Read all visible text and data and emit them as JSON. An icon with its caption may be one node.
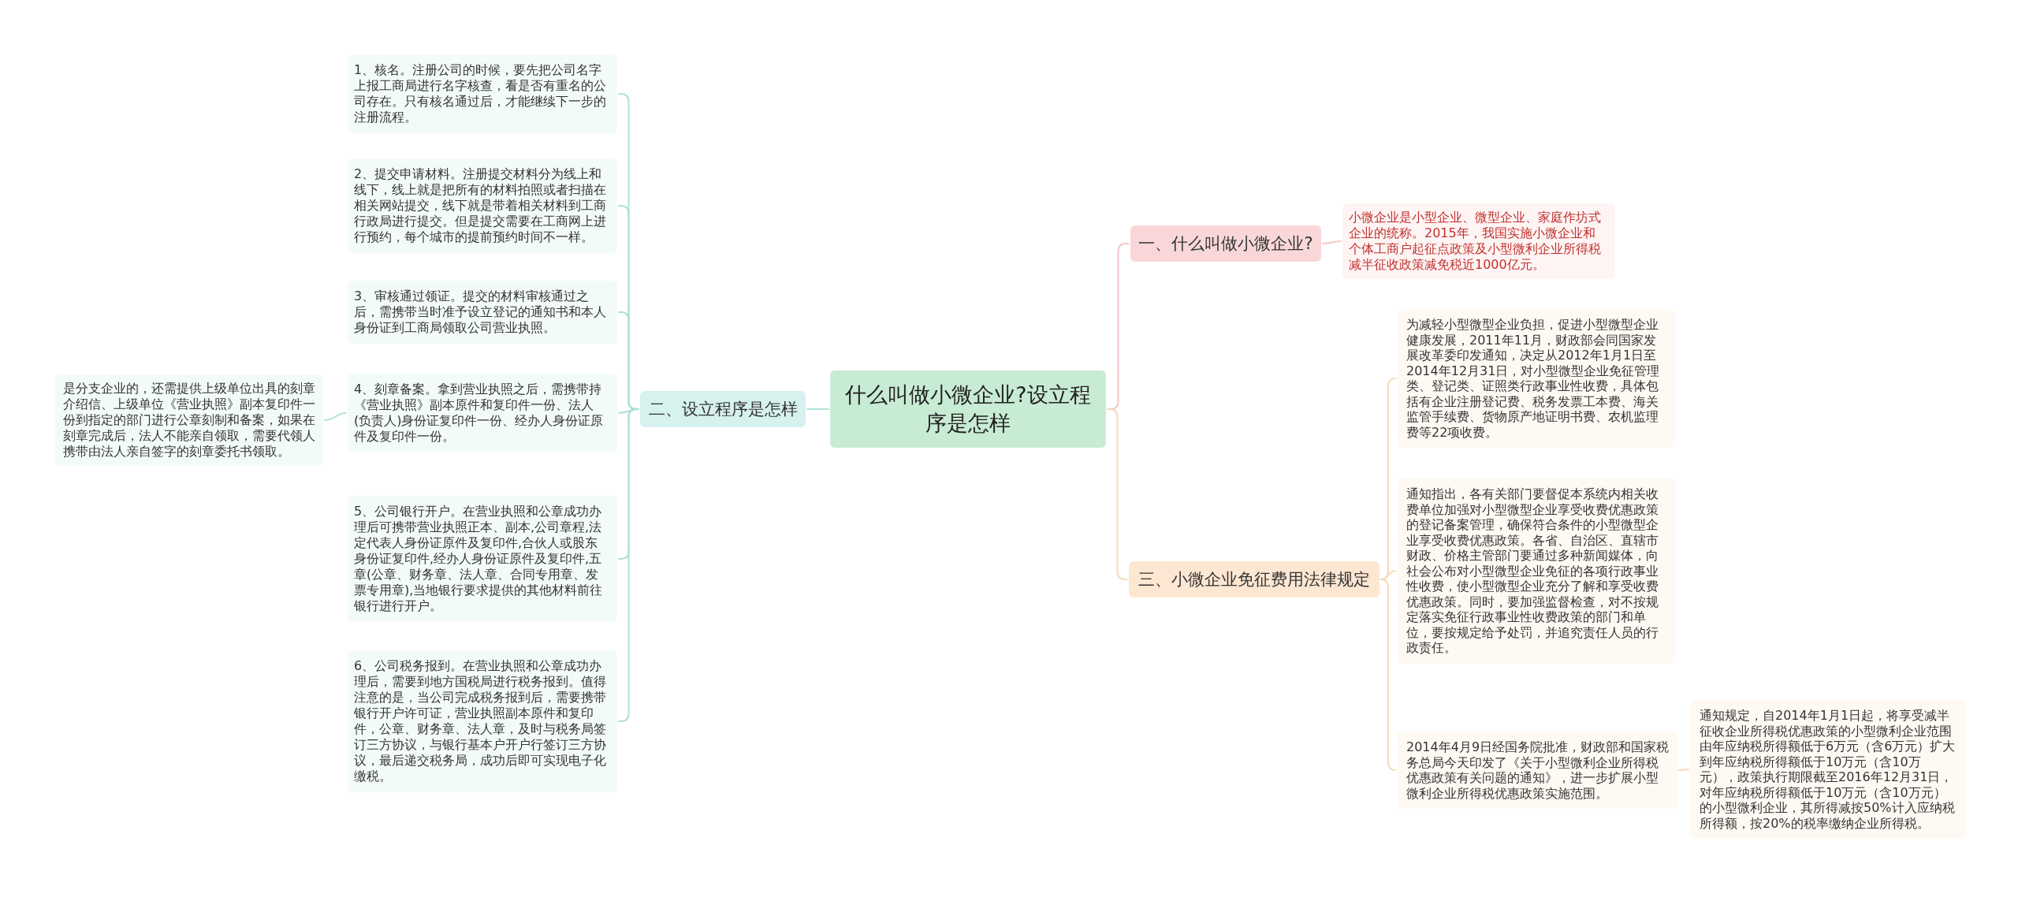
{
  "diagram": {
    "nodes": [
      {
        "text": [
          "什么叫做小微企业?设立程序是怎样"
        ]
      },
      {
        "text": [
          "二、设立程序是怎样"
        ]
      },
      {
        "text": [
          "1、核名。注册公司的时候，要先把公司名字上报工商局进行名字核查，看是否有重名的公司存在。只有核名通过后，才能继续下一步的注册流程。"
        ]
      },
      {
        "text": [
          "2、提交申请材料。注册提交材料分为线上和线下，线上就是把所有的材料拍照或者扫描在相关网站提交，线下就是带着相关材料到工商行政局进行提交。但是提交需要在工商网上进行预约，每个城市的提前预约时间不一样。"
        ]
      },
      {
        "text": [
          "3、审核通过领证。提交的材料审核通过之后，需携带当时准予设立登记的通知书和本人身份证到工商局领取公司营业执照。"
        ]
      },
      {
        "text": [
          "4、刻章备案。拿到营业执照之后，需携带持《营业执照》副本原件和复印件一份、法人(负责人)身份证复印件一份、经办人身份证原件及复印件一份。"
        ]
      },
      {
        "text": [
          "5、公司银行开户。在营业执照和公章成功办理后可携带营业执照正本、副本,公司章程,法定代表人身份证原件及复印件,合伙人或股东身份证复印件,经办人身份证原件及复印件,五章(公章、财务章、法人章、合同专用章、发票专用章),当地银行要求提供的其他材料前往银行进行开户。"
        ]
      },
      {
        "text": [
          "6、公司税务报到。在营业执照和公章成功办理后，需要到地方国税局进行税务报到。值得注意的是，当公司完成税务报到后，需要携带银行开户许可证，营业执照副本原件和复印件，公章、财务章、法人章，及时与税务局签订三方协议，与银行基本户开户行签订三方协议，最后递交税务局，成功后即可实现电子化缴税。"
        ]
      },
      {
        "text": [
          "是分支企业的，还需提供上级单位出具的刻章介绍信、上级单位《营业执照》副本复印件一份到指定的部门进行公章刻制和备案，如果在刻章完成后，法人不能亲自领取，需要代领人携带由法人亲自签字的刻章委托书领取。"
        ]
      },
      {
        "text": [
          "一、什么叫做小微企业?"
        ]
      },
      {
        "text": [
          "小微企业是小型企业、微型企业、家庭作坊式企业的统称。2015年，我国实施小微企业和个体工商户起征点政策及小型微利企业所得税减半征收政策减免税近1000亿元。"
        ]
      },
      {
        "text": [
          "三、小微企业免征费用法律规定"
        ]
      },
      {
        "text": [
          "为减轻小型微型企业负担，促进小型微型企业健康发展，2011年11月，财政部会同国家发展改革委印发通知，决定从2012年1月1日至2014年12月31日，对小型微型企业免征管理类、登记类、证照类行政事业性收费，具体包括有企业注册登记费、税务发票工本费、海关监管手续费、货物原产地证明书费、农机监理费等22项收费。"
        ]
      },
      {
        "text": [
          "通知指出，各有关部门要督促本系统内相关收费单位加强对小型微型企业享受收费优惠政策的登记备案管理，确保符合条件的小型微型企业享受收费优惠政策。各省、自治区、直辖市财政、价格主管部门要通过多种新闻媒体，向社会公布对小型微型企业免征的各项行政事业性收费，使小型微型企业充分了解和享受收费优惠政策。同时，要加强监督检查，对不按规定落实免征行政事业性收费政策的部门和单位，要按规定给予处罚，并追究责任人员的行政责任。"
        ]
      },
      {
        "text": [
          "2014年4月9日经国务院批准，财政部和国家税务总局今天印发了《关于小型微利企业所得税优惠政策有关问题的通知》，进一步扩展小型微利企业所得税优惠政策实施范围。"
        ]
      },
      {
        "text": [
          "通知规定，自2014年1月1日起，将享受减半征收企业所得税优惠政策的小型微利企业范围由年应纳税所得额低于6万元（含6万元）扩大到年应纳税所得额低于10万元（含10万元），政策执行期限截至2016年12月31日，对年应纳税所得额低于10万元（含10万元）的小型微利企业，其所得减按50%计入应纳税所得额，按20%的税率缴纳企业所得税。"
        ]
      }
    ],
    "edges": [
      {
        "from": 0,
        "to": 1,
        "arrow": "none"
      },
      {
        "from": 1,
        "to": 2,
        "arrow": "none"
      },
      {
        "from": 1,
        "to": 3,
        "arrow": "none"
      },
      {
        "from": 1,
        "to": 4,
        "arrow": "none"
      },
      {
        "from": 1,
        "to": 5,
        "arrow": "none"
      },
      {
        "from": 1,
        "to": 6,
        "arrow": "none"
      },
      {
        "from": 1,
        "to": 7,
        "arrow": "none"
      },
      {
        "from": 5,
        "to": 8,
        "arrow": "none"
      },
      {
        "from": 0,
        "to": 9,
        "arrow": "none",
        "color": "#f5c4c6"
      },
      {
        "from": 9,
        "to": 10,
        "arrow": "none",
        "color": "#f5c4c6"
      },
      {
        "from": 0,
        "to": 11,
        "arrow": "none",
        "color": "#f8d9b8"
      },
      {
        "from": 11,
        "to": 12,
        "arrow": "none",
        "color": "#f8d9b8"
      },
      {
        "from": 11,
        "to": 13,
        "arrow": "none",
        "color": "#f8d9b8"
      },
      {
        "from": 11,
        "to": 14,
        "arrow": "none",
        "color": "#f8d9b8"
      },
      {
        "from": 14,
        "to": 15,
        "arrow": "none",
        "color": "#f8d9b8"
      }
    ]
  }
}
